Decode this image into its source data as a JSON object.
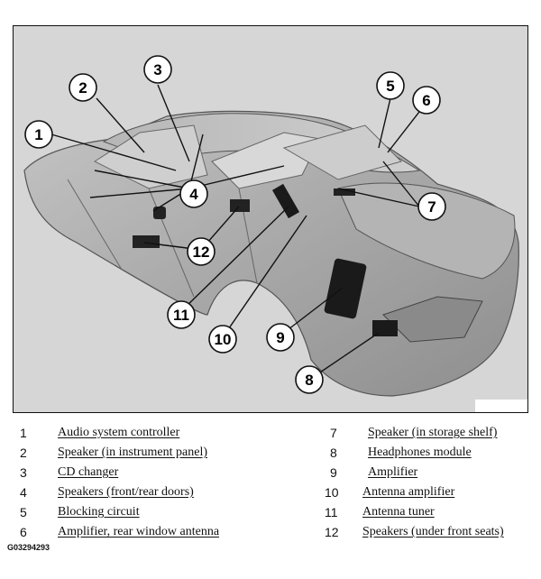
{
  "figure_id": "G03294293",
  "callouts": [
    {
      "num": "1",
      "label": "Audio system controller"
    },
    {
      "num": "2",
      "label": "Speaker (in instrument panel)"
    },
    {
      "num": "3",
      "label": "CD changer"
    },
    {
      "num": "4",
      "label": "Speakers (front/rear doors)"
    },
    {
      "num": "5",
      "label": "Blocking circuit"
    },
    {
      "num": "6",
      "label": "Amplifier, rear window antenna"
    },
    {
      "num": "7",
      "label": "Speaker (in storage shelf)"
    },
    {
      "num": "8",
      "label": "Headphones module"
    },
    {
      "num": "9",
      "label": "Amplifier"
    },
    {
      "num": "10",
      "label": "Antenna amplifier"
    },
    {
      "num": "11",
      "label": "Antenna tuner"
    },
    {
      "num": "12",
      "label": "Speakers (under front seats)"
    }
  ],
  "colors": {
    "background": "#d6d6d6",
    "body": "#a9a9a9",
    "component": "#1a1a1a"
  }
}
